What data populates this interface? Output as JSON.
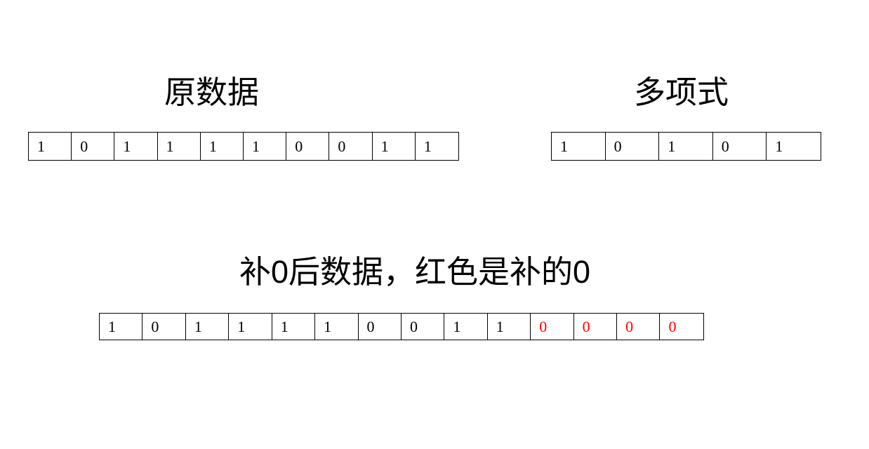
{
  "page": {
    "background_color": "#ffffff",
    "text_color": "#000000",
    "accent_color": "#ff0000"
  },
  "sections": {
    "original": {
      "title": "原数据",
      "bits": [
        "1",
        "0",
        "1",
        "1",
        "1",
        "1",
        "0",
        "0",
        "1",
        "1"
      ],
      "bit_count": 10
    },
    "polynomial": {
      "title": "多项式",
      "bits": [
        "1",
        "0",
        "1",
        "0",
        "1"
      ],
      "bit_count": 5
    },
    "padded": {
      "title": "补0后数据，红色是补的0",
      "bits": [
        {
          "value": "1",
          "padded": false
        },
        {
          "value": "0",
          "padded": false
        },
        {
          "value": "1",
          "padded": false
        },
        {
          "value": "1",
          "padded": false
        },
        {
          "value": "1",
          "padded": false
        },
        {
          "value": "1",
          "padded": false
        },
        {
          "value": "0",
          "padded": false
        },
        {
          "value": "0",
          "padded": false
        },
        {
          "value": "1",
          "padded": false
        },
        {
          "value": "1",
          "padded": false
        },
        {
          "value": "0",
          "padded": true
        },
        {
          "value": "0",
          "padded": true
        },
        {
          "value": "0",
          "padded": true
        },
        {
          "value": "0",
          "padded": true
        }
      ],
      "bit_count": 14,
      "padded_bit_count": 4,
      "padded_color": "#ff0000"
    }
  }
}
